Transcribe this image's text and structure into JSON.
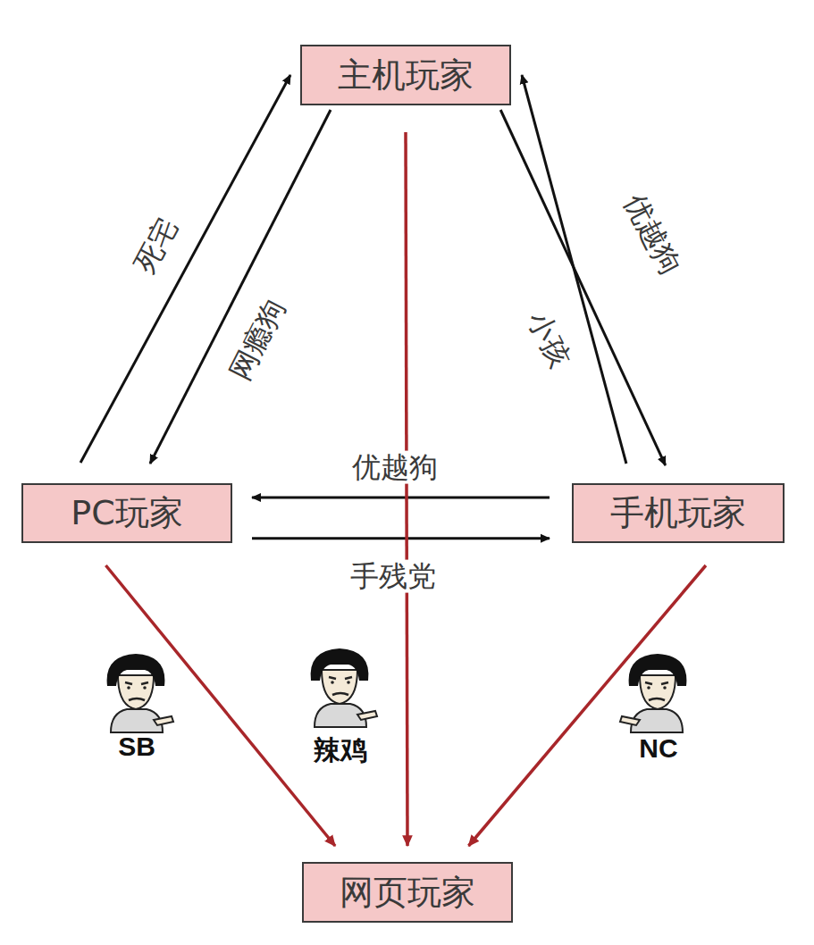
{
  "diagram": {
    "nodes": [
      {
        "text": [
          "主机玩家"
        ]
      },
      {
        "text": [
          "PC玩家"
        ]
      },
      {
        "text": [
          "手机玩家"
        ]
      },
      {
        "text": [
          "网页玩家"
        ]
      }
    ],
    "edges": [
      {
        "from": 1,
        "to": 0,
        "label": "死宅",
        "arrow": "to"
      },
      {
        "from": 0,
        "to": 1,
        "label": "网瘾狗",
        "arrow": "to"
      },
      {
        "from": 2,
        "to": 0,
        "label": "优越狗",
        "arrow": "to"
      },
      {
        "from": 0,
        "to": 2,
        "label": "小孩",
        "arrow": "to"
      },
      {
        "from": 2,
        "to": 1,
        "label": "优越狗",
        "arrow": "to"
      },
      {
        "from": 1,
        "to": 2,
        "label": "手残党",
        "arrow": "to"
      },
      {
        "from": 1,
        "to": 3,
        "label": "SB",
        "arrow": "to"
      },
      {
        "from": 0,
        "to": 3,
        "label": "辣鸡",
        "arrow": "to"
      },
      {
        "from": 2,
        "to": 3,
        "label": "NC",
        "arrow": "to"
      }
    ]
  }
}
